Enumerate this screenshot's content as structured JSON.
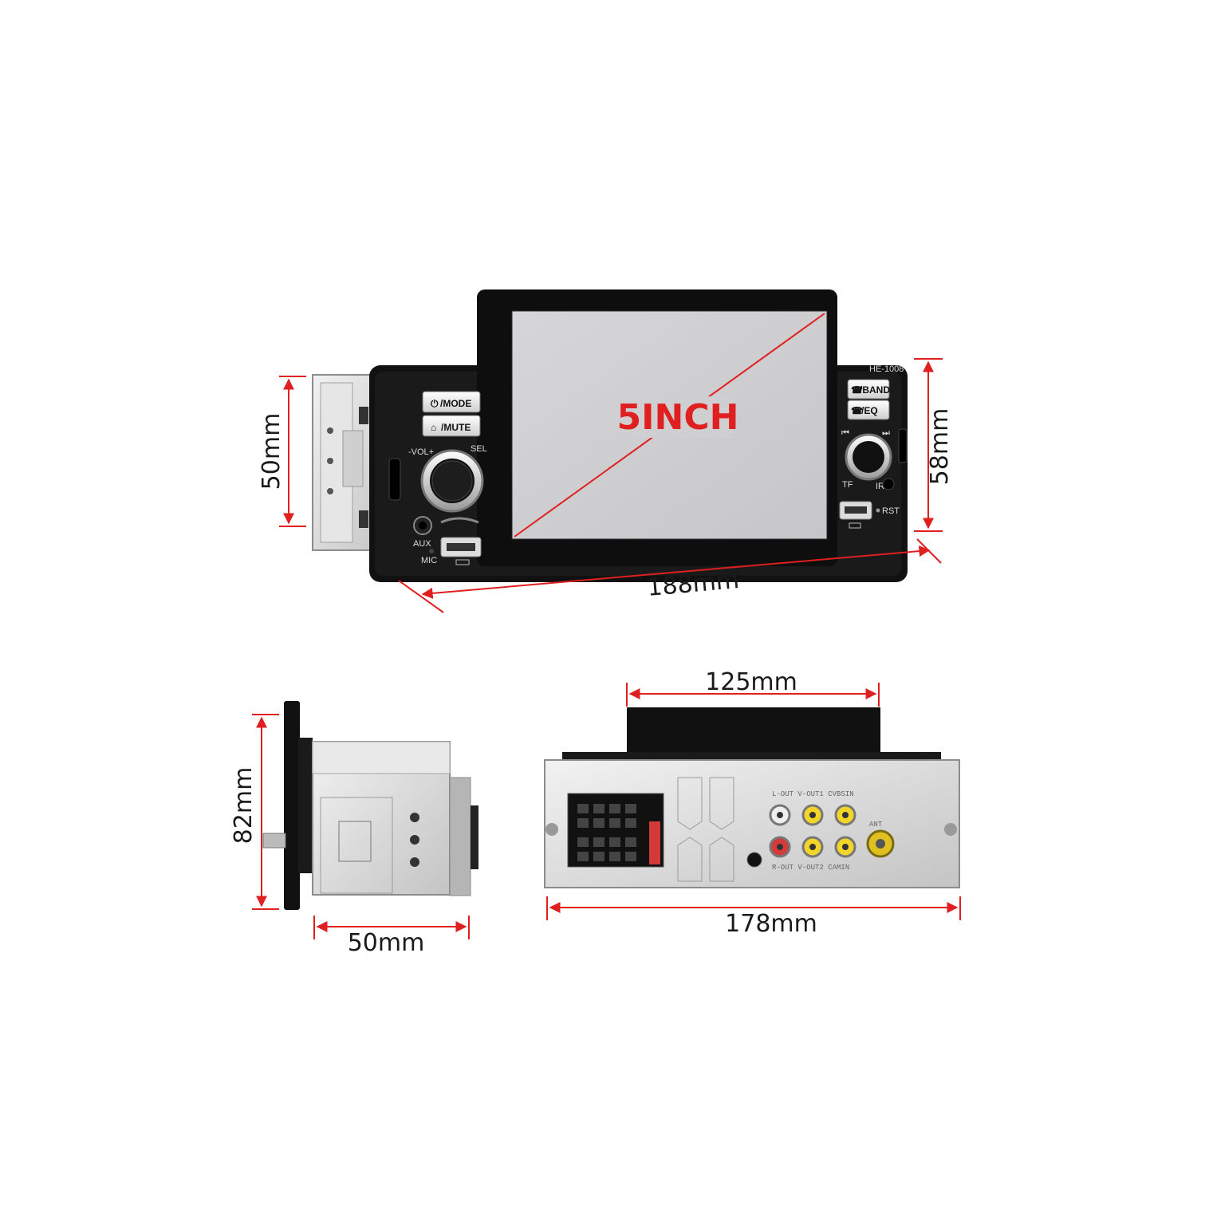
{
  "screen_size_label": "5INCH",
  "model_number": "HE-1008",
  "front_buttons_left": [
    "/MODE",
    "/MUTE"
  ],
  "front_buttons_right": [
    "/BAND",
    "/EQ"
  ],
  "front_labels": {
    "vol": "-VOL+",
    "sel": "SEL",
    "aux": "AUX",
    "mic": "MIC",
    "tf": "TF",
    "ir": "IR",
    "rst": "RST"
  },
  "rear_labels": {
    "top_row": "L-OUT  V-OUT1  CVBSIN",
    "bottom_row": "R-OUT  V-OUT2  CAMIN",
    "ant": "ANT"
  },
  "dimensions": {
    "front_height": "50mm",
    "front_height_with_screen": "58mm",
    "front_width": "188mm",
    "side_height": "82mm",
    "side_depth": "50mm",
    "rear_screen_width": "125mm",
    "rear_width": "178mm"
  },
  "colors": {
    "dimension_line": "#e02020",
    "label_red": "#e02020",
    "bezel": "#111111",
    "screen": "#cfcfd1",
    "metal": "#d9d9d9"
  }
}
